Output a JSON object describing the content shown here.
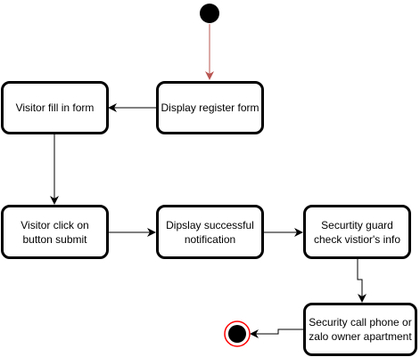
{
  "diagram": {
    "states": [
      {
        "id": "display-register-form",
        "label": "Display register form"
      },
      {
        "id": "visitor-fill-form",
        "label": "Visitor fill in form"
      },
      {
        "id": "visitor-click-submit",
        "label": "Visitor click on button submit"
      },
      {
        "id": "display-successful-notification",
        "label": "Dipslay successful notification"
      },
      {
        "id": "security-guard-check",
        "label": "Securtity guard check vistior's info"
      },
      {
        "id": "security-call-phone",
        "label": "Security call phone or zalo owner apartment"
      }
    ],
    "colors": {
      "box_border": "#000000",
      "initial_node": "#000000",
      "initial_arrow": "#b85450",
      "final_ring": "#ff0000",
      "final_dot": "#000000",
      "arrow": "#000000"
    }
  }
}
